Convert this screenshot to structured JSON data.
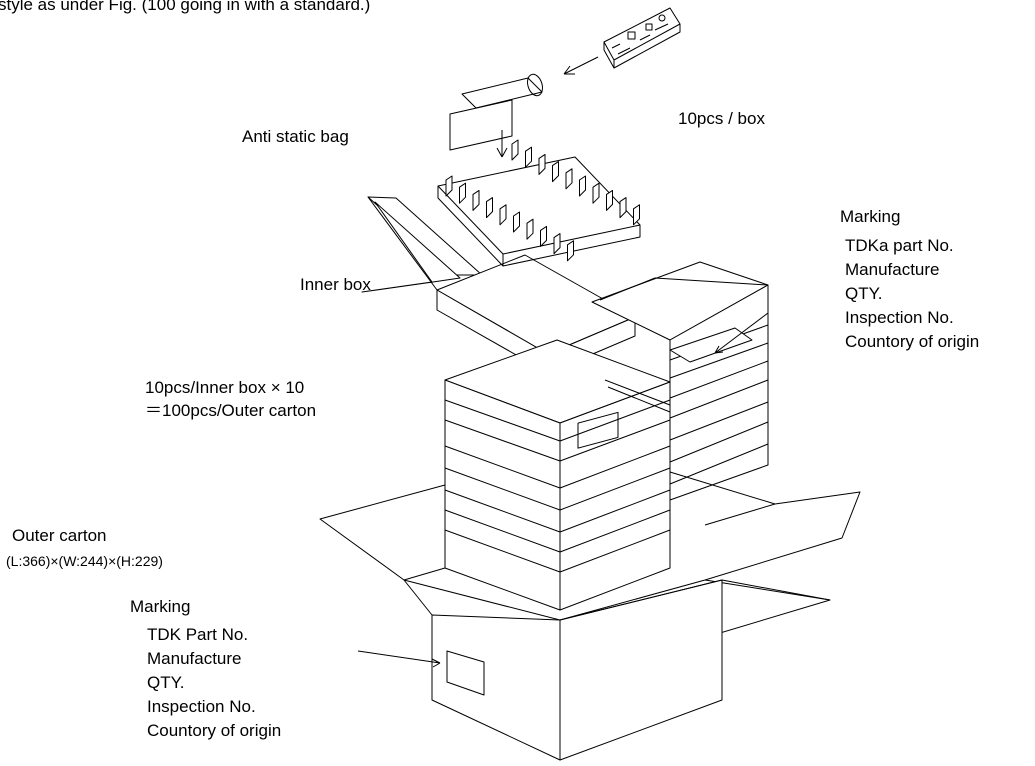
{
  "header_text": "style as under Fig. (100 going in with a standard.)",
  "labels": {
    "anti_static_bag": "Anti static bag",
    "pcs_per_box": "10pcs /  box",
    "inner_box": "Inner box",
    "inner_count_line1": "10pcs/Inner box × 10",
    "inner_count_line2": "＝100pcs/Outer carton",
    "outer_carton": "Outer carton",
    "outer_dimensions": "(L:366)×(W:244)×(H:229)"
  },
  "inner_marking": {
    "title": "Marking",
    "lines": [
      "TDKa part No.",
      "Manufacture",
      "QTY.",
      "Inspection No.",
      "Countory of origin"
    ]
  },
  "outer_marking": {
    "title": "Marking",
    "lines": [
      "TDK Part No.",
      "Manufacture",
      "QTY.",
      "Inspection No.",
      "Countory of origin"
    ]
  }
}
